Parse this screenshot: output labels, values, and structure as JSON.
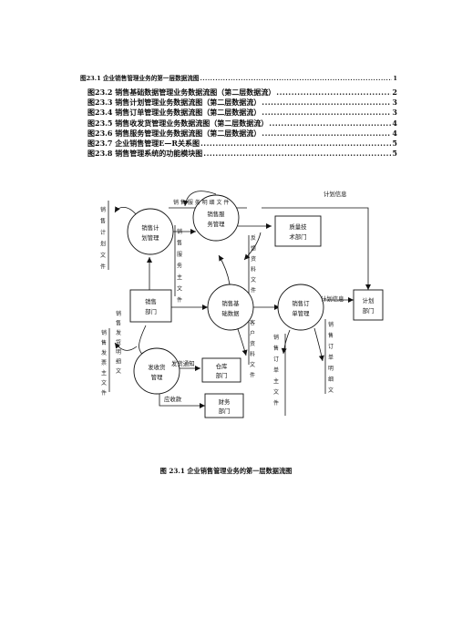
{
  "toc": [
    {
      "title": "图23.1  企业销售管理业务的第一层数据流图",
      "page": "1"
    },
    {
      "title": "图23.2  销售基础数据管理业务数据流图（第二层数据流）",
      "page": "2"
    },
    {
      "title": "图23.3  销售计划管理业务数据流图（第二层数据流）",
      "page": "3"
    },
    {
      "title": "图23.4  销售订单管理业务数据流图（第二层数据流）",
      "page": "3"
    },
    {
      "title": "图23.5  销售收发货管理业务数据流图（第二层数据流）",
      "page": "4"
    },
    {
      "title": "图23.6  销售服务管理业务数据流图（第二层数据流）",
      "page": "4"
    },
    {
      "title": "图23.7  企业销售管理E—R关系图",
      "page": "5"
    },
    {
      "title": "图23.8  销售管理系统的功能模块图",
      "page": "5"
    }
  ],
  "diagram": {
    "processes": {
      "plan": [
        "销售计",
        "划管理"
      ],
      "service": [
        "销售服",
        "务管理"
      ],
      "base": [
        "销售基",
        "础数据"
      ],
      "order": [
        "销售订",
        "单管理"
      ],
      "shipping": [
        "发收货",
        "管理"
      ]
    },
    "entities": {
      "sales_dept": [
        "销售",
        "部门"
      ],
      "qa_dept": [
        "质量技",
        "术部门"
      ],
      "plan_dept": [
        "计划",
        "部门"
      ],
      "warehouse": [
        "仓库",
        "部门"
      ],
      "finance": [
        "财务",
        "部门"
      ]
    },
    "flows": {
      "service_detail_file": "销 售 服 务 明 细 文 件",
      "plan_info_top": "计划信息",
      "plan_info": "计划信息",
      "ship_notice": "发货通知",
      "receivable": "应收款"
    },
    "vertical_labels": {
      "sales_plan_file": "销售计划文件",
      "sales_service_file": "销售服务主文件",
      "feedback_file": "反馈资料文件",
      "customer_file": "客户资料文件",
      "shipping_detail_file": "销售发货明细文",
      "invoice_file": "销售发票主文件",
      "order_main_file": "销售订单主文件",
      "order_detail_file": "销售订单明细文"
    }
  },
  "caption": "图 23.1  企业销售管理业务的第一层数据流图"
}
